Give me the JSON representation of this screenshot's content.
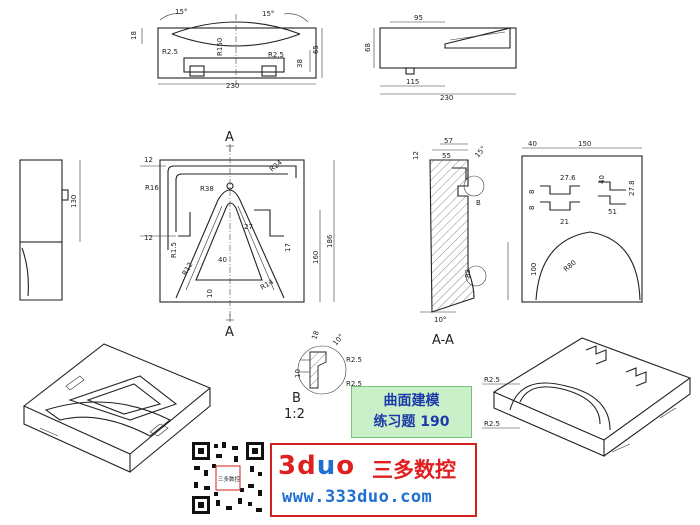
{
  "title": {
    "line1": "曲面建模",
    "line2": "练习题 190"
  },
  "brand": {
    "logo_parts": [
      "3",
      "d",
      "u",
      "o"
    ],
    "name": "三多数控",
    "url": "www.333duo.com",
    "qr_caption": "三多数控"
  },
  "section_labels": {
    "cut_top": "A",
    "cut_bottom": "A",
    "section_view": "A-A",
    "detail_marker": "B",
    "detail_label": "B",
    "detail_scale": "1:2"
  },
  "dimensions": {
    "top_view": [
      "18",
      "15°",
      "15°",
      "R150",
      "R2.5",
      "R2.5",
      "38",
      "65",
      "230"
    ],
    "side_view": [
      "95",
      "68",
      "115",
      "230"
    ],
    "front_view": [
      "12",
      "R16",
      "R38",
      "R24",
      "27",
      "R14",
      "40",
      "12",
      "10",
      "160",
      "186",
      "R12",
      "17",
      "R1.5"
    ],
    "left_view": [
      "130"
    ],
    "section_aa": [
      "12",
      "57",
      "55",
      "15°",
      "83",
      "10°"
    ],
    "right_view": [
      "40",
      "150",
      "27.6",
      "40",
      "27.8",
      "8",
      "8",
      "21",
      "51",
      "100",
      "R80"
    ],
    "detail_b": [
      "10",
      "18",
      "10°",
      "R2.5",
      "R2.5"
    ]
  },
  "callouts": [
    "R2.5",
    "R2.5"
  ]
}
